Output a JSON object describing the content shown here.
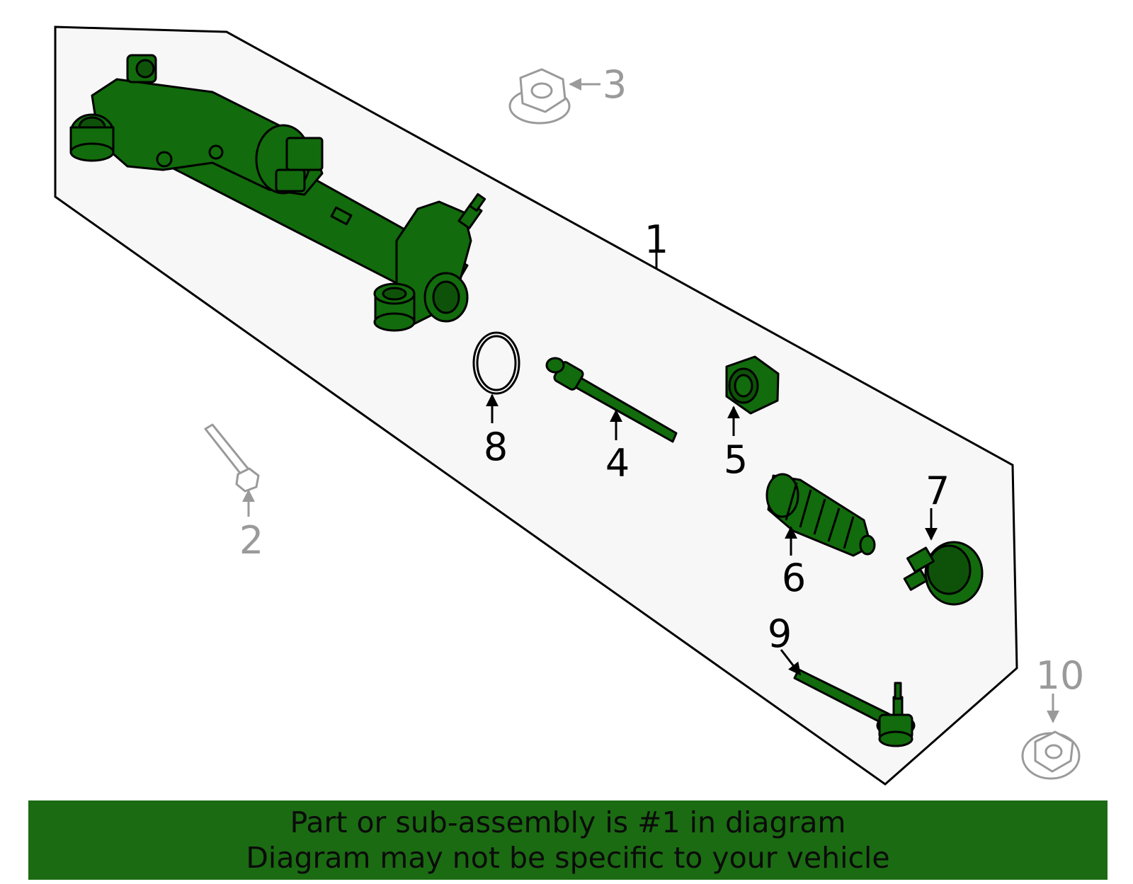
{
  "colors": {
    "part_fill": "#126b0c",
    "outline": "#000000",
    "excluded_part": "#9a9a9a",
    "panel_fill": "#f7f7f7",
    "banner_bg": "#1b6b12"
  },
  "callouts": {
    "c1": "1",
    "c2": "2",
    "c3": "3",
    "c4": "4",
    "c5": "5",
    "c6": "6",
    "c7": "7",
    "c8": "8",
    "c9": "9",
    "c10": "10"
  },
  "banner": {
    "line1": "Part or sub-assembly is #1 in diagram",
    "line2": "Diagram may not be specific to your vehicle"
  }
}
